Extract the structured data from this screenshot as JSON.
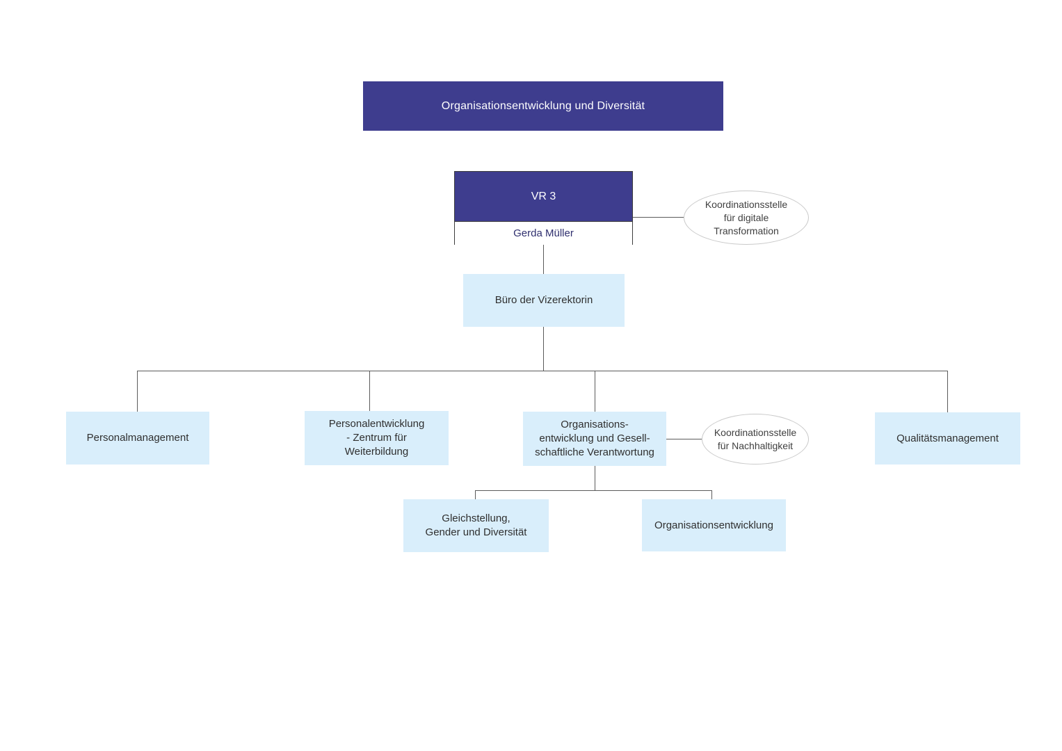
{
  "banner": {
    "label": "Organisationsentwicklung und Diversität"
  },
  "root": {
    "title": "VR 3",
    "name": "Gerda Müller"
  },
  "side_note_digital": {
    "lines": [
      "Koordinationsstelle",
      "für digitale",
      "Transformation"
    ]
  },
  "office": {
    "label": "Büro der Vizerektorin"
  },
  "departments": {
    "personnel_management": {
      "label": "Personalmanagement"
    },
    "personnel_development": {
      "lines": [
        "Personalentwicklung",
        "- Zentrum für",
        "Weiterbildung"
      ]
    },
    "org_development_social": {
      "lines": [
        "Organisations-",
        "entwicklung und Gesell-",
        "schaftliche Verantwortung"
      ]
    },
    "quality_management": {
      "label": "Qualitätsmanagement"
    }
  },
  "side_note_sustainability": {
    "lines": [
      "Koordinationsstelle",
      "für Nachhaltigkeit"
    ]
  },
  "sub_departments": {
    "equality_gender_diversity": {
      "lines": [
        "Gleichstellung,",
        "Gender und Diversität"
      ]
    },
    "org_development": {
      "label": "Organisationsentwicklung"
    }
  },
  "colors": {
    "dark_blue": "#3e3d8e",
    "light_blue": "#d9eefb",
    "line_gray": "#5a5a5a",
    "ellipse_border": "#c9c9c9",
    "root_name_text": "#2f2f6e"
  }
}
